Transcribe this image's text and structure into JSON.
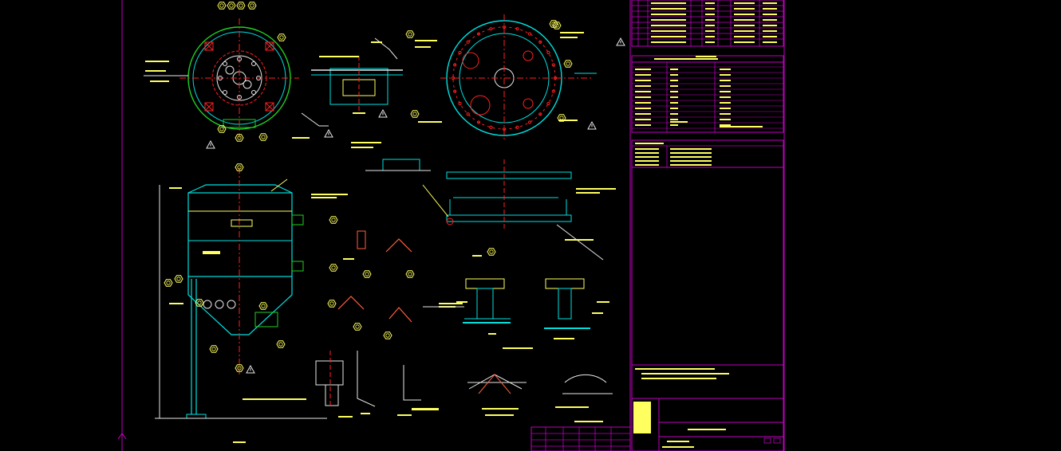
{
  "screen": {
    "background": "#000000"
  },
  "palette": {
    "border": "#c000c0",
    "text": "#ffff60",
    "outline": "#00e0e0",
    "center": "#ff2020",
    "green": "#20d020",
    "white": "#e8e8e8",
    "hatch": "#ff6040",
    "label_fill": "#ffff60"
  },
  "icons": {
    "balloon": "hexagon-balloon-icon",
    "warning": "warning-triangle-icon",
    "ucs": "ucs-arrow-icon"
  },
  "views": [
    "top-plan-view-left",
    "section-detail-a",
    "flange-plan-view-right",
    "vessel-elevation-view",
    "nozzle-detail-views",
    "support-leg-details",
    "weld-detail-views"
  ],
  "title_block": {
    "sections": [
      "nozzle-table",
      "design-data-table",
      "technical-requirements",
      "notes-block",
      "title-signature-block"
    ]
  }
}
